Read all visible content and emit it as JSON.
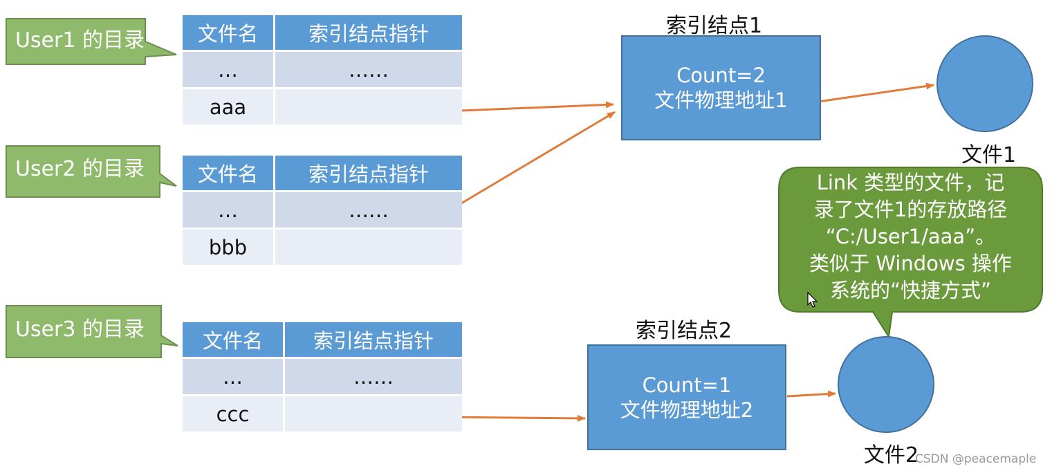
{
  "users": [
    {
      "label": "User1 的目录"
    },
    {
      "label": "User2 的目录"
    },
    {
      "label": "User3 的目录"
    }
  ],
  "tables": [
    {
      "headers": [
        "文件名",
        "索引结点指针"
      ],
      "rows": [
        [
          "…",
          "……"
        ],
        [
          "aaa",
          ""
        ]
      ]
    },
    {
      "headers": [
        "文件名",
        "索引结点指针"
      ],
      "rows": [
        [
          "…",
          "……"
        ],
        [
          "bbb",
          ""
        ]
      ]
    },
    {
      "headers": [
        "文件名",
        "索引结点指针"
      ],
      "rows": [
        [
          "…",
          "……"
        ],
        [
          "ccc",
          ""
        ]
      ]
    }
  ],
  "inodes": [
    {
      "title": "索引结点1",
      "count": "Count=2",
      "address": "文件物理地址1"
    },
    {
      "title": "索引结点2",
      "count": "Count=1",
      "address": "文件物理地址2"
    }
  ],
  "files": [
    {
      "label": "文件1"
    },
    {
      "label": "文件2"
    }
  ],
  "note": {
    "lines": [
      "Link 类型的文件，记",
      "录了文件1的存放路径",
      "“C:/User1/aaa”。",
      "类似于 Windows 操作",
      "系统的“快捷方式”"
    ]
  },
  "colors": {
    "callout_fill": "#8fba6b",
    "callout_stroke": "#6c8f4d",
    "box_blue": "#5b9bd5",
    "box_stroke": "#41719c",
    "note_fill": "#6a9a3b",
    "note_stroke": "#4f7a2a",
    "arrow": "#e07b39"
  },
  "watermark": "CSDN @peacemaple"
}
